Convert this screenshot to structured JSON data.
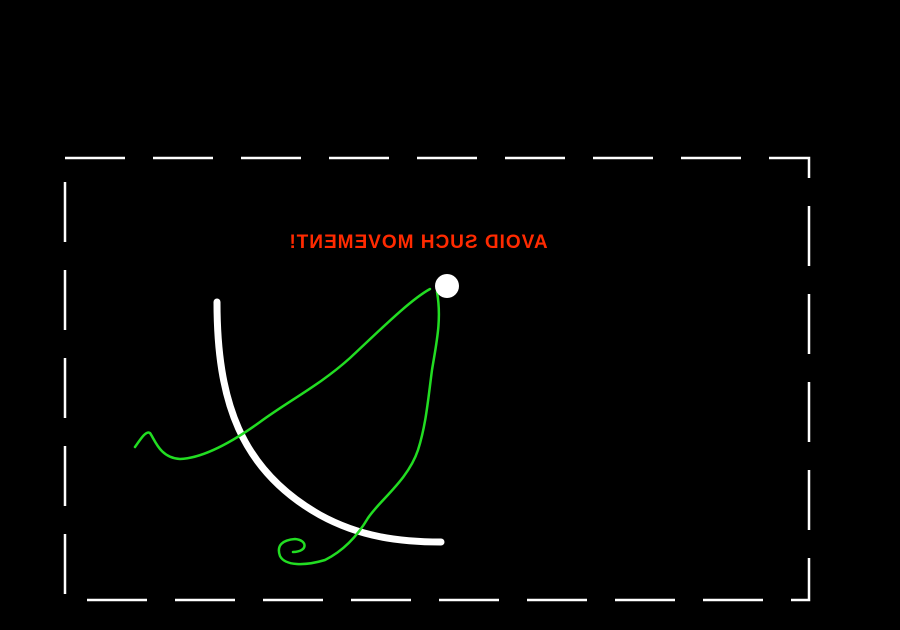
{
  "warning": {
    "text": "AVOID SUCH MOVEMENT!",
    "mirrored": true,
    "color": "#ff2a00"
  },
  "colors": {
    "background": "#000000",
    "frame": "#ffffff",
    "target_arc": "#ffffff",
    "target_dot": "#ffffff",
    "trace": "#22dd22"
  },
  "elements": {
    "frame": "dashed-rectangle",
    "target_arc": "white-curved-path",
    "endpoint": "white-dot",
    "trace": "green-freehand-trace"
  }
}
